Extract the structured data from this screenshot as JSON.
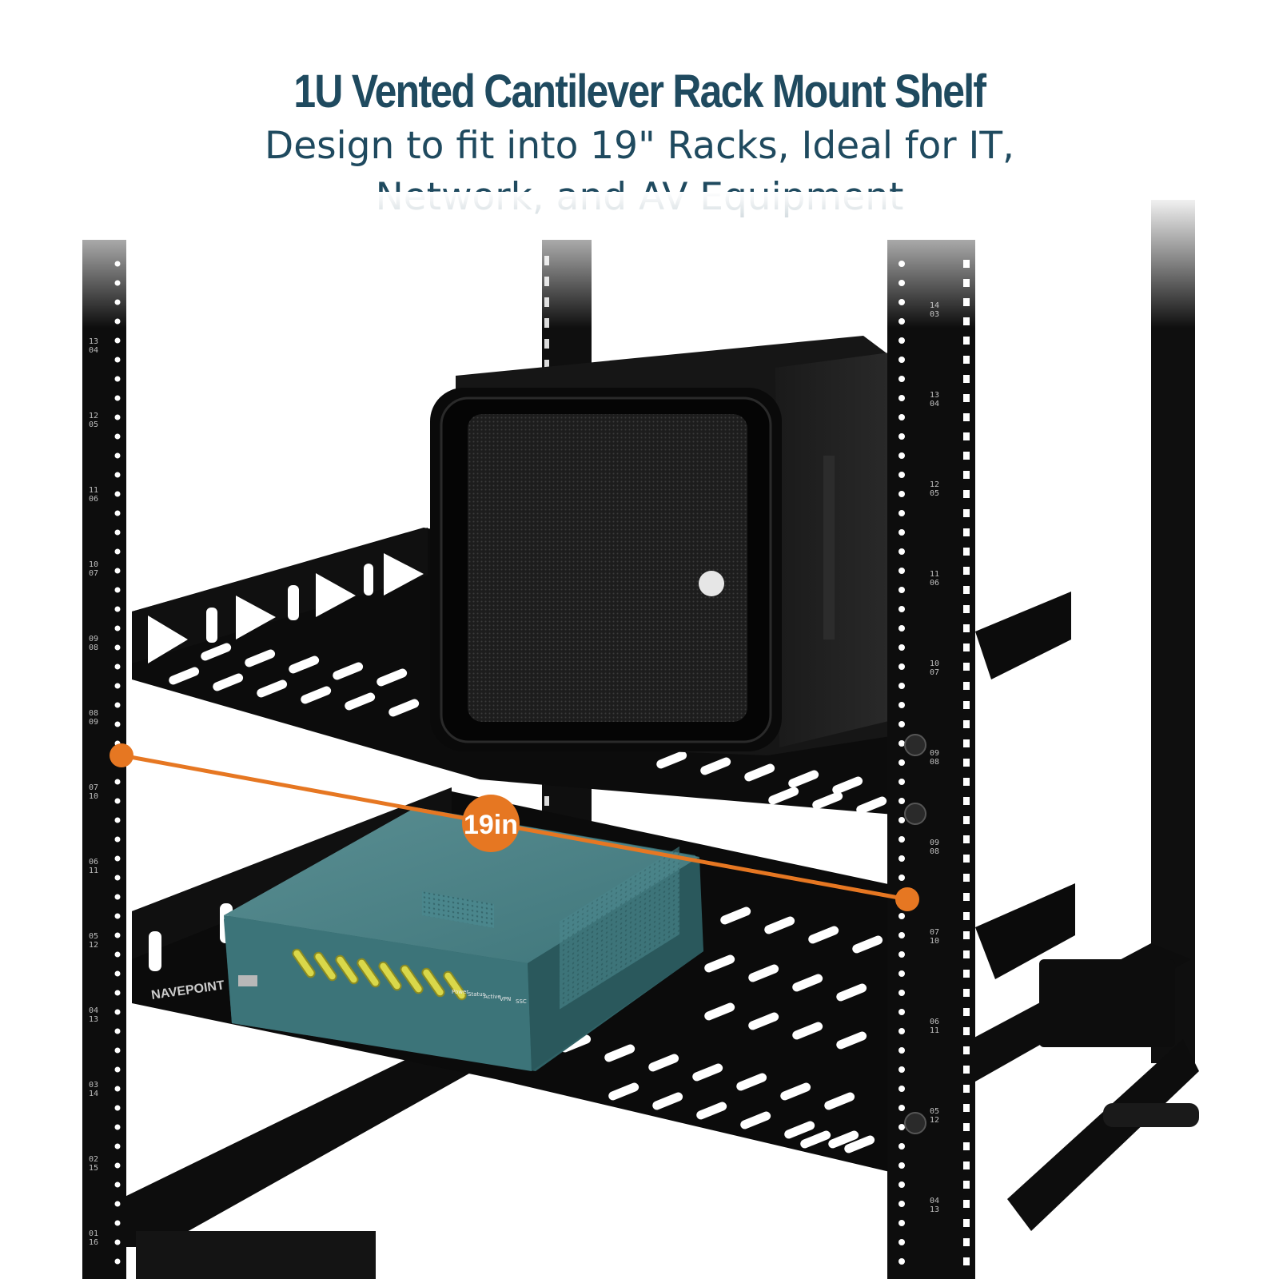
{
  "headline": {
    "title": "1U Vented Cantilever Rack Mount Shelf",
    "subtitle_line1": "Design to fit into 19\" Racks, Ideal for IT,",
    "subtitle_line2": "Network, and AV Equipment"
  },
  "dimension": {
    "label": "19in",
    "color": "#e67722"
  },
  "colors": {
    "title_text": "#1f4a5f",
    "rack_frame": "#0c0c0c",
    "device_teal": "#3f7a80",
    "led_yellow": "#d9d84a"
  },
  "rack_unit_markings": {
    "left_rail": [
      "13",
      "04",
      "12",
      "05",
      "11",
      "06",
      "10",
      "07",
      "09",
      "08",
      "08",
      "09",
      "07",
      "10",
      "06",
      "11",
      "05",
      "12",
      "04",
      "13",
      "03",
      "14",
      "02",
      "15",
      "01",
      "16"
    ],
    "right_rail": [
      "14",
      "03",
      "13",
      "04",
      "12",
      "05",
      "11",
      "06",
      "10",
      "07",
      "09",
      "08",
      "09",
      "08",
      "07",
      "10",
      "06",
      "11",
      "05",
      "12",
      "04",
      "13"
    ]
  },
  "device_labels": {
    "status_leds": [
      "Power",
      "Status",
      "Active",
      "VPN",
      "SSC"
    ],
    "brand_mark": "NAVEPOINT"
  }
}
